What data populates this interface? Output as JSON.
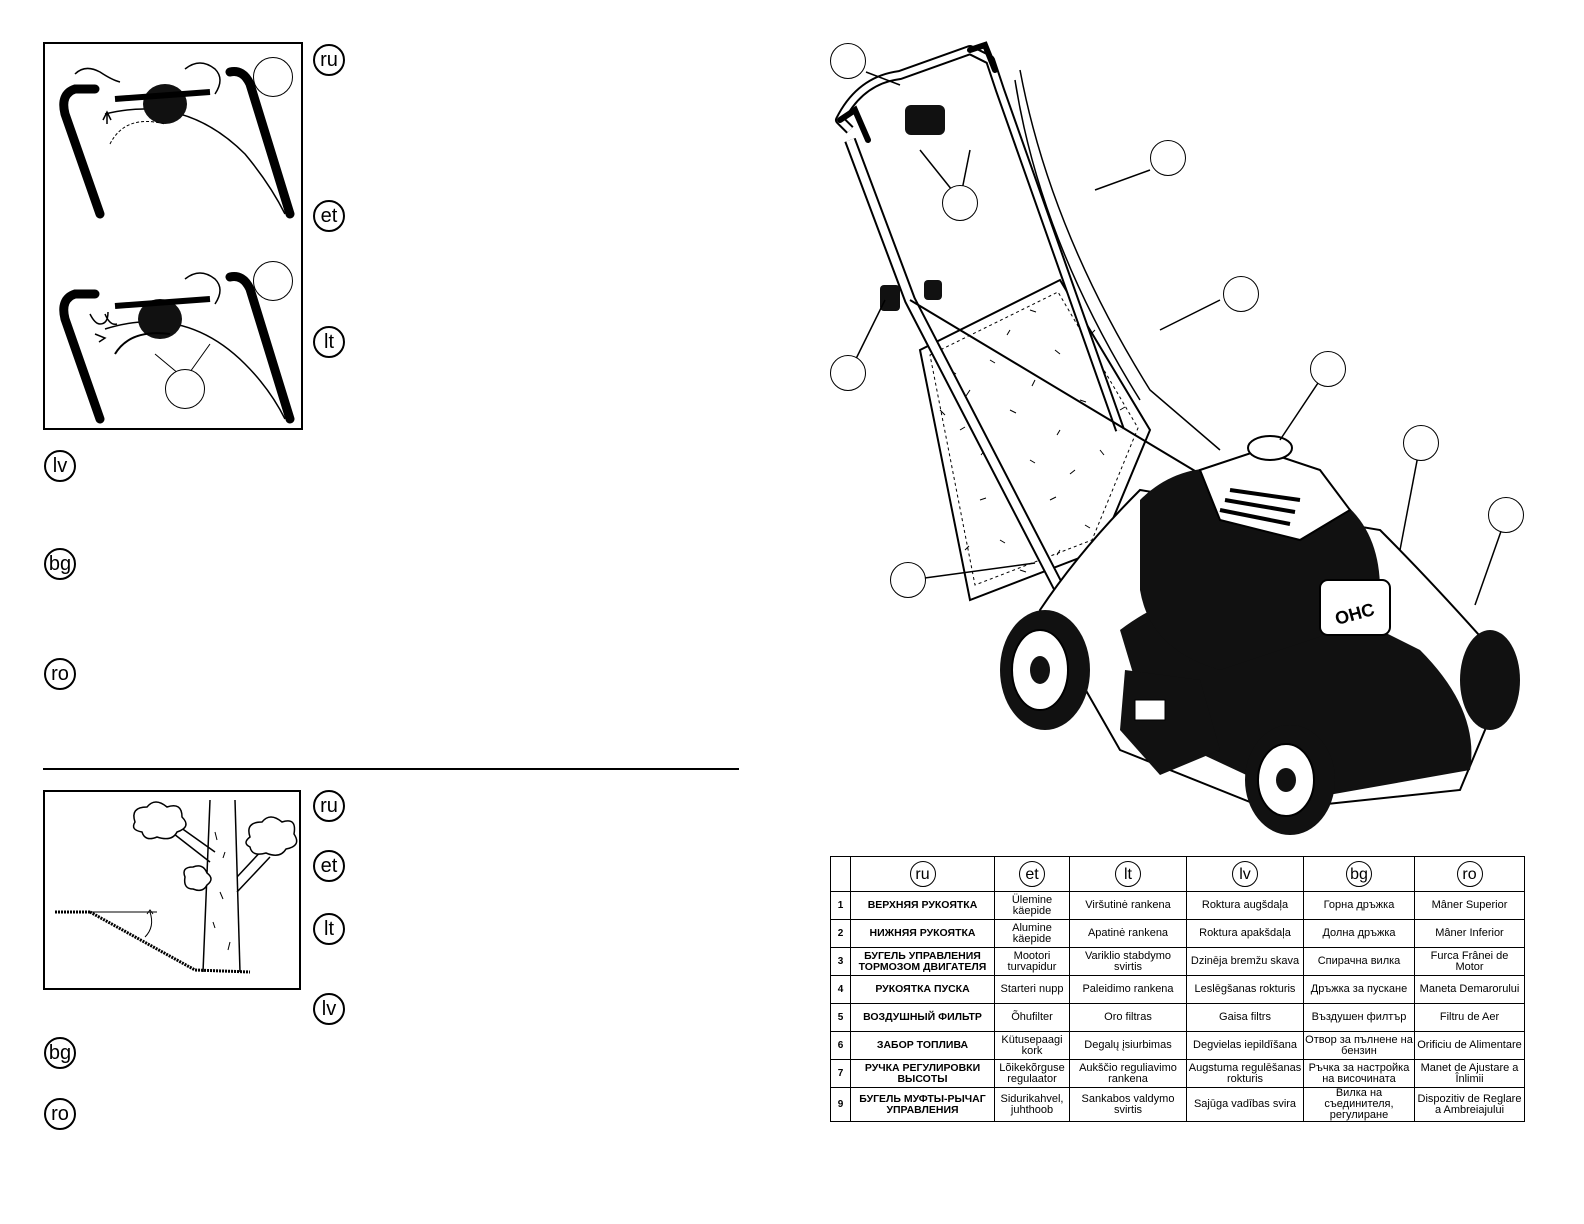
{
  "languages_top": [
    "ru",
    "et",
    "lt",
    "lv",
    "bg",
    "ro"
  ],
  "languages_bottom": [
    "ru",
    "et",
    "lt",
    "lv",
    "bg",
    "ro"
  ],
  "parts_table": {
    "headers": [
      "ru",
      "et",
      "lt",
      "lv",
      "bg",
      "ro"
    ],
    "rows": [
      {
        "num": "1",
        "ru": "ВЕРХНЯЯ РУКОЯТКА",
        "et": "Ülemine käepide",
        "lt": "Viršutinė rankena",
        "lv": "Roktura augšdaļa",
        "bg": "Горна дръжка",
        "ro": "Mâner Superior"
      },
      {
        "num": "2",
        "ru": "НИЖНЯЯ РУКОЯТКА",
        "et": "Alumine käepide",
        "lt": "Apatinė rankena",
        "lv": "Roktura apakšdaļa",
        "bg": "Долна дръжка",
        "ro": "Mâner Inferior"
      },
      {
        "num": "3",
        "ru": "БУГЕЛЬ УПРАВЛЕНИЯ ТОРМОЗОМ ДВИГАТЕЛЯ",
        "et": "Mootori turvapidur",
        "lt": "Variklio stabdymo svirtis",
        "lv": "Dzinēja bremžu skava",
        "bg": "Спирачна вилка",
        "ro": "Furca Frânei de Motor"
      },
      {
        "num": "4",
        "ru": "РУКОЯТКА ПУСКА",
        "et": "Starteri nupp",
        "lt": "Paleidimo rankena",
        "lv": "Leslēgšanas rokturis",
        "bg": "Дръжка за пускане",
        "ro": "Maneta Demarorului"
      },
      {
        "num": "5",
        "ru": "ВОЗДУШНЫЙ ФИЛЬТР",
        "et": "Õhufilter",
        "lt": "Oro filtras",
        "lv": "Gaisa filtrs",
        "bg": "Въздушен филтър",
        "ro": "Filtru de Aer"
      },
      {
        "num": "6",
        "ru": "ЗАБОР ТОПЛИВА",
        "et": "Kütusepaagi kork",
        "lt": "Degalų įsiurbimas",
        "lv": "Degvielas iepildīšana",
        "bg": "Отвор за пълнене на бензин",
        "ro": "Orificiu de Alimentare"
      },
      {
        "num": "7",
        "ru": "РУЧКА РЕГУЛИРОВКИ ВЫСОТЫ",
        "et": "Lõikekõrguse regulaator",
        "lt": "Aukščio reguliavimo rankena",
        "lv": "Augstuma regulēšanas rokturis",
        "bg": "Ръчка за настройка на височината",
        "ro": "Manet de Ajustare a Înlimii"
      },
      {
        "num": "9",
        "ru": "БУГЕЛЬ МУФТЫ-РЫЧАГ УПРАВЛЕНИЯ",
        "et": "Sidurikahvel, juhthoob",
        "lt": "Sankabos valdymo svirtis",
        "lv": "Sajūga vadības svira",
        "bg": "Вилка на съединителя, регулиране",
        "ro": "Dispozitiv de Reglare a Ambreiajului"
      }
    ]
  }
}
